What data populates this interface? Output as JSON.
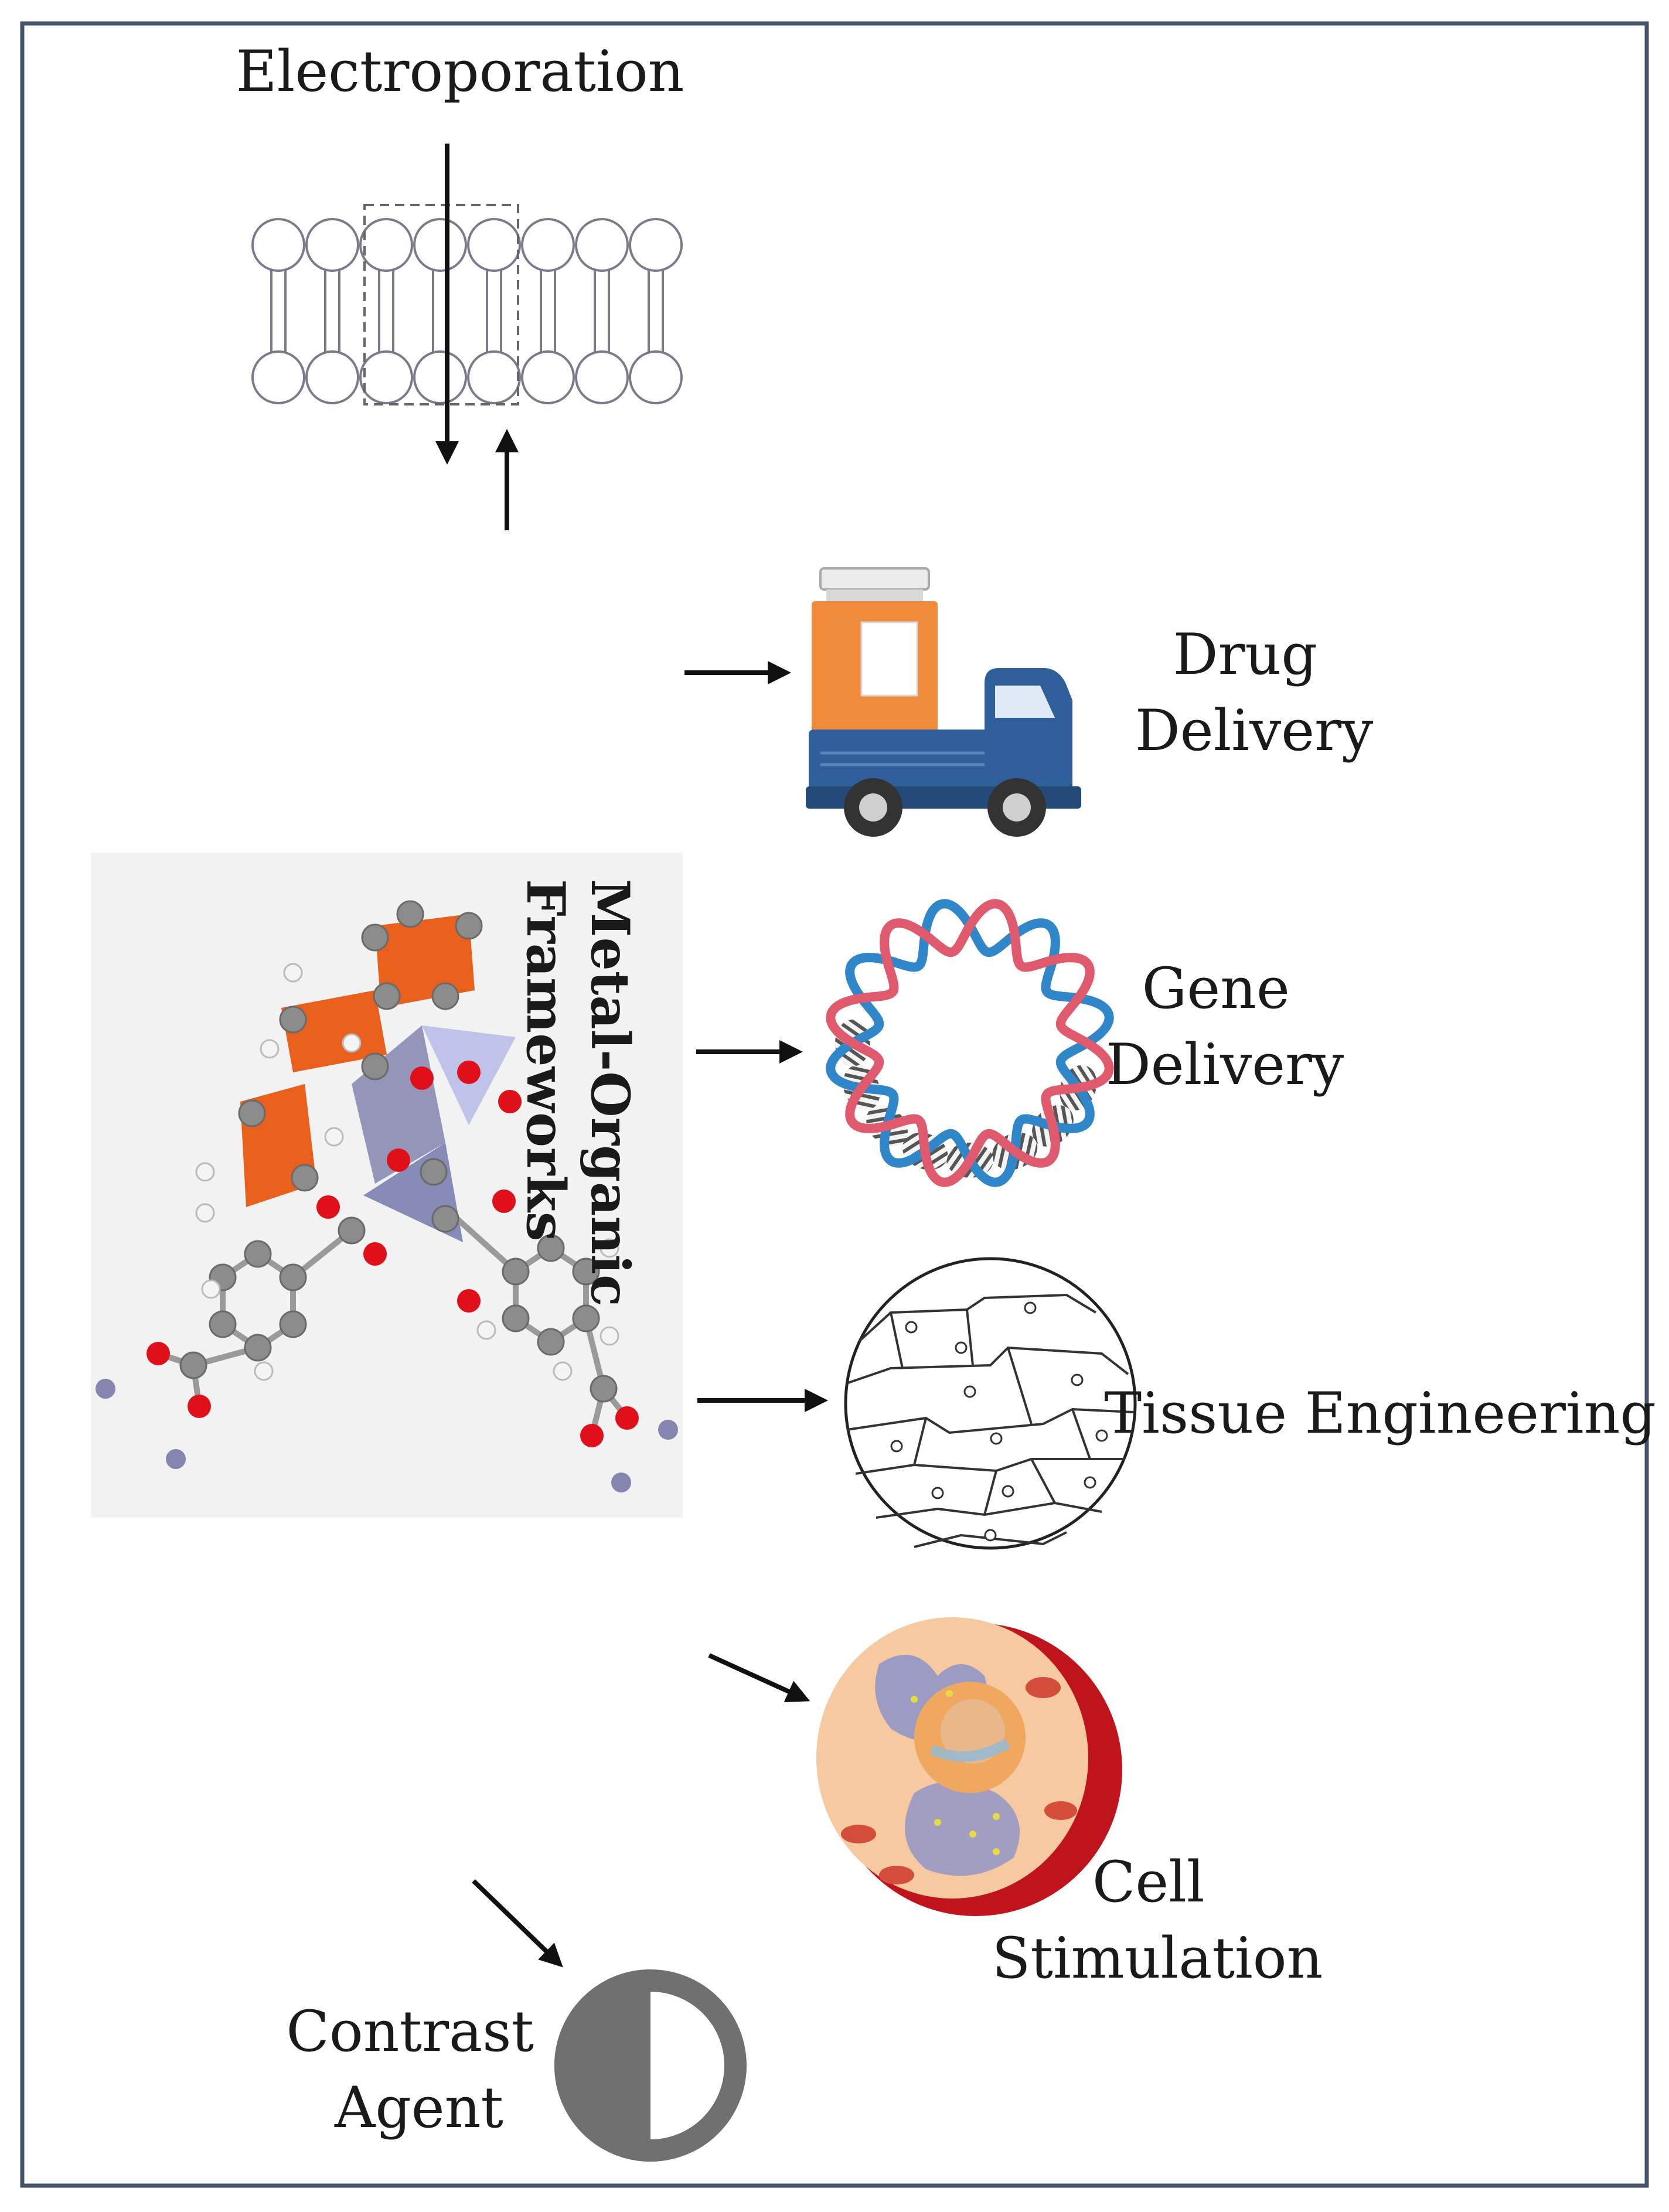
{
  "labels": {
    "electroporation": "Electroporation",
    "drug_delivery": [
      "Drug",
      "Delivery"
    ],
    "mof": [
      "Metal-Organic",
      "Frameworks"
    ],
    "gene_delivery": [
      "Gene",
      "Delivery"
    ],
    "tissue_engineering": "Tissue Engineering",
    "cell_stimulation": [
      "Cell",
      "Stimulation"
    ],
    "contrast_agent": [
      "Contrast",
      "Agent"
    ]
  },
  "colors": {
    "frame": "#44546a",
    "arrow": "#111111",
    "membrane": "#7a7a8a",
    "bottle": "#ef8a3a",
    "truck": "#2f5f99",
    "dna_red": "#e05a6e",
    "dna_blue": "#2f86c9",
    "cell_red": "#c0141c",
    "cell_inner": "#f6c9a0",
    "contrast_gray": "#707070",
    "carbon": "#8c8c8c",
    "oxygen": "#e0101a",
    "metal": "#8585b0",
    "ring_orange": "#e8601c"
  },
  "icons": [
    "lipid-bilayer-icon",
    "truck-icon",
    "dna-plasmid-icon",
    "tissue-icon",
    "cell-icon",
    "contrast-icon",
    "mof-molecule-icon"
  ]
}
